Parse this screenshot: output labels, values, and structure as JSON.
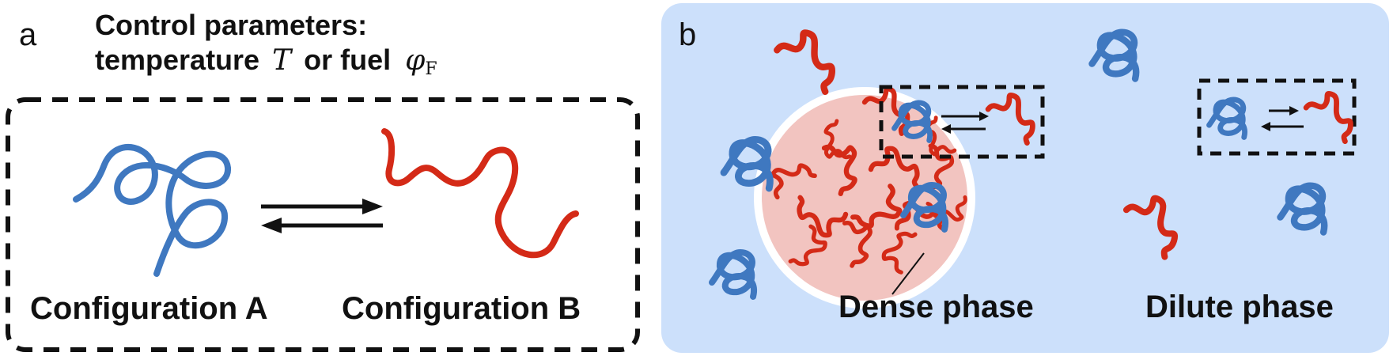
{
  "panel_a": {
    "letter": "a",
    "title_line1": "Control parameters:",
    "title_line2_prefix": "temperature",
    "title_var_T": "T",
    "title_mid": "or fuel",
    "title_var_phi": "φ",
    "title_var_phi_sub": "F",
    "config_a_label": "Configuration A",
    "config_b_label": "Configuration B"
  },
  "panel_b": {
    "letter": "b",
    "dense_label": "Dense phase",
    "dilute_label": "Dilute phase"
  },
  "colors": {
    "blue": "#3f78c0",
    "red": "#d42a17",
    "background_b": "#cce0fb",
    "droplet": "#f2c4c0",
    "ink": "#111111"
  },
  "icons": {
    "blue_polymer": "knotted-coil",
    "red_polymer": "wavy-chain",
    "equilibrium": "reversible-arrows"
  }
}
